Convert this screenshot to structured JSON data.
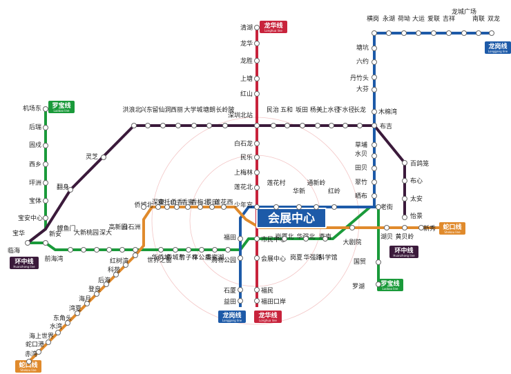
{
  "center": {
    "name": "会展中心"
  },
  "colors": {
    "luobao": "#1a9a3a",
    "longhua": "#c8233c",
    "longgang": "#1d5aa8",
    "huanzhong": "#3b1a3b",
    "shekou": "#e08a2c"
  },
  "line_labels": {
    "longhua_top": {
      "name": "龙华线",
      "en": "Longhua line"
    },
    "longhua_bottom": {
      "name": "龙华线",
      "en": "Longhua line"
    },
    "longgang_top": {
      "name": "龙岗线",
      "en": "Longgang line"
    },
    "longgang_bottom": {
      "name": "龙岗线",
      "en": "Longgang line"
    },
    "luobao_top": {
      "name": "罗宝线",
      "en": "Luobao line"
    },
    "luobao_bottom": {
      "name": "罗宝线",
      "en": "Luobao line"
    },
    "huanzhong_left": {
      "name": "环中线",
      "en": "Huanzhong line"
    },
    "huanzhong_right": {
      "name": "环中线",
      "en": "Huanzhong line"
    },
    "shekou_right": {
      "name": "蛇口线",
      "en": "Shekou line"
    },
    "shekou_bottom": {
      "name": "蛇口线",
      "en": "Shekou line"
    }
  },
  "stations": {
    "luobao_left": [
      "机场东",
      "后瑞",
      "固戍",
      "西乡",
      "坪洲",
      "宝体",
      "宝安中心",
      "宝华",
      "临海",
      "新安",
      "前海湾"
    ],
    "luobao_right": [
      "老街",
      "晒布",
      "翠竹",
      "田贝",
      "水贝",
      "草埔",
      "布吉",
      "国贸",
      "罗湖"
    ],
    "longhua": [
      "清湖",
      "龙华",
      "龙胜",
      "上塘",
      "红山",
      "深圳北站",
      "白石龙",
      "民乐",
      "上梅林",
      "莲花北",
      "少年宫",
      "市民中心",
      "会展中心",
      "福民",
      "福田口岸"
    ],
    "longgang": [
      "横岗",
      "塘坑",
      "六约",
      "丹竹头",
      "大芬",
      "木棉湾",
      "布吉",
      "福田",
      "购物公园",
      "石厦",
      "益田"
    ],
    "longgang_top": [
      "永湖",
      "荷坳",
      "大运",
      "爱联",
      "吉祥",
      "龙城广场",
      "南联",
      "双龙"
    ],
    "huanzhong_top": [
      "洪浪北",
      "兴东",
      "留仙洞",
      "西丽",
      "大学城",
      "塘朗",
      "长岭陂",
      "民治",
      "五和",
      "坂田",
      "杨美",
      "上水径",
      "下水径",
      "长龙"
    ],
    "huanzhong_left": [
      "灵芝",
      "翻身"
    ],
    "huanzhong_right": [
      "百鸽笼",
      "布心",
      "太安",
      "怡景"
    ],
    "shekou_top": [
      "侨城北",
      "深康",
      "安托山",
      "侨香",
      "香蜜",
      "香梅北",
      "景田",
      "莲花西"
    ],
    "luobao_mid": [
      "鲤鱼门",
      "大新",
      "桃园",
      "深大",
      "高新园",
      "白石洲",
      "华侨城",
      "侨城东",
      "竹子林",
      "车公庙",
      "香蜜湖"
    ],
    "east_mid": [
      "莲花村",
      "华新",
      "通新岭",
      "红岭",
      "岗厦北",
      "华强北",
      "燕南",
      "大剧院",
      "湖贝",
      "黄贝岭",
      "新秀",
      "岗夏",
      "华强路",
      "科学馆"
    ],
    "shekou_diag": [
      "世界之窗",
      "红树湾",
      "科苑",
      "后海",
      "登良",
      "海月",
      "湾夏",
      "东角头",
      "水湾",
      "海上世界",
      "蛇口港",
      "赤湾"
    ]
  }
}
